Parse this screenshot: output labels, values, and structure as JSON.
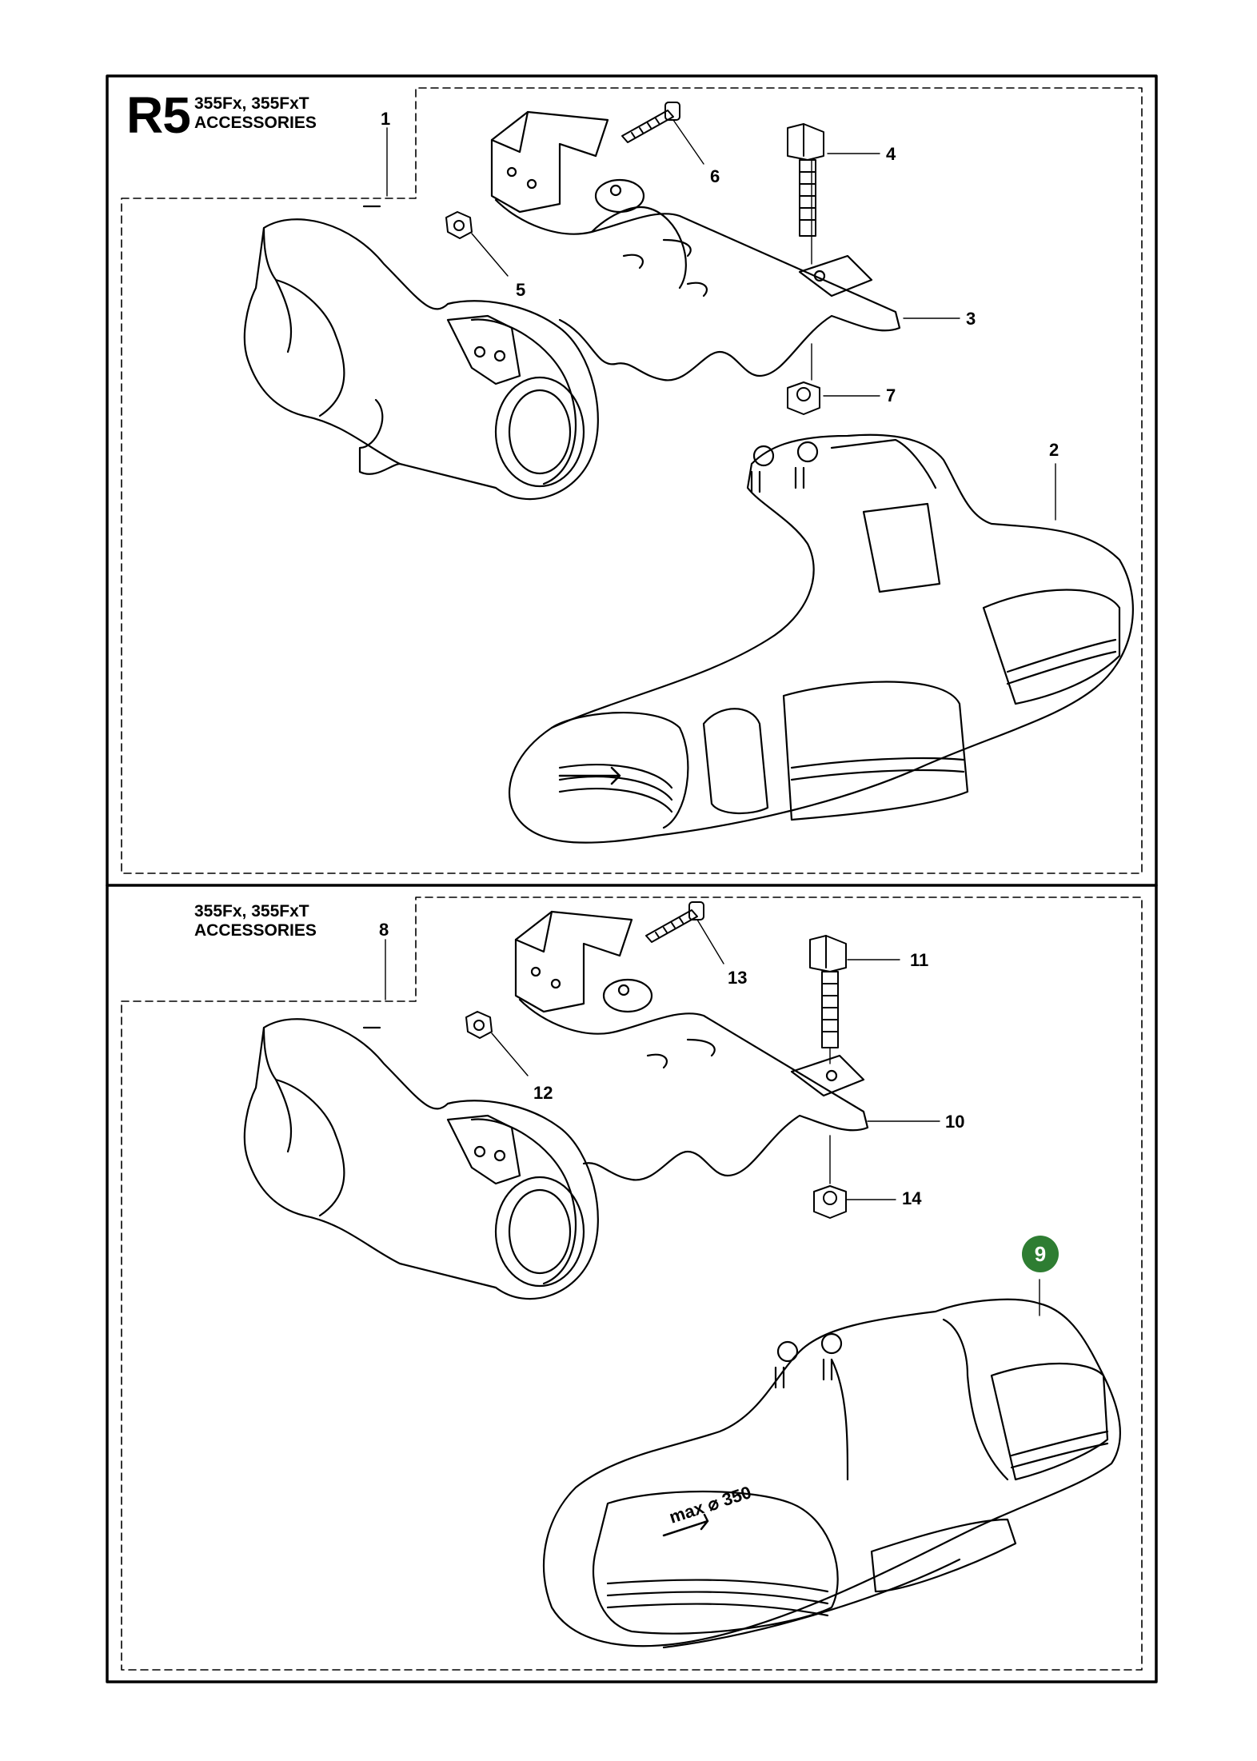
{
  "page": {
    "section_code": "R5",
    "panels": [
      {
        "id": "top",
        "models": "355Fx, 355FxT",
        "title": "ACCESSORIES",
        "callouts": [
          "1",
          "2",
          "3",
          "4",
          "5",
          "6",
          "7"
        ]
      },
      {
        "id": "bottom",
        "models": "355Fx, 355FxT",
        "title": "ACCESSORIES",
        "callouts": [
          "8",
          "9",
          "10",
          "11",
          "12",
          "13",
          "14"
        ]
      }
    ],
    "highlighted_callout": "9",
    "guard_marking": "max ⌀ 350",
    "colors": {
      "highlight": "#2e7d32",
      "line": "#000000"
    }
  }
}
